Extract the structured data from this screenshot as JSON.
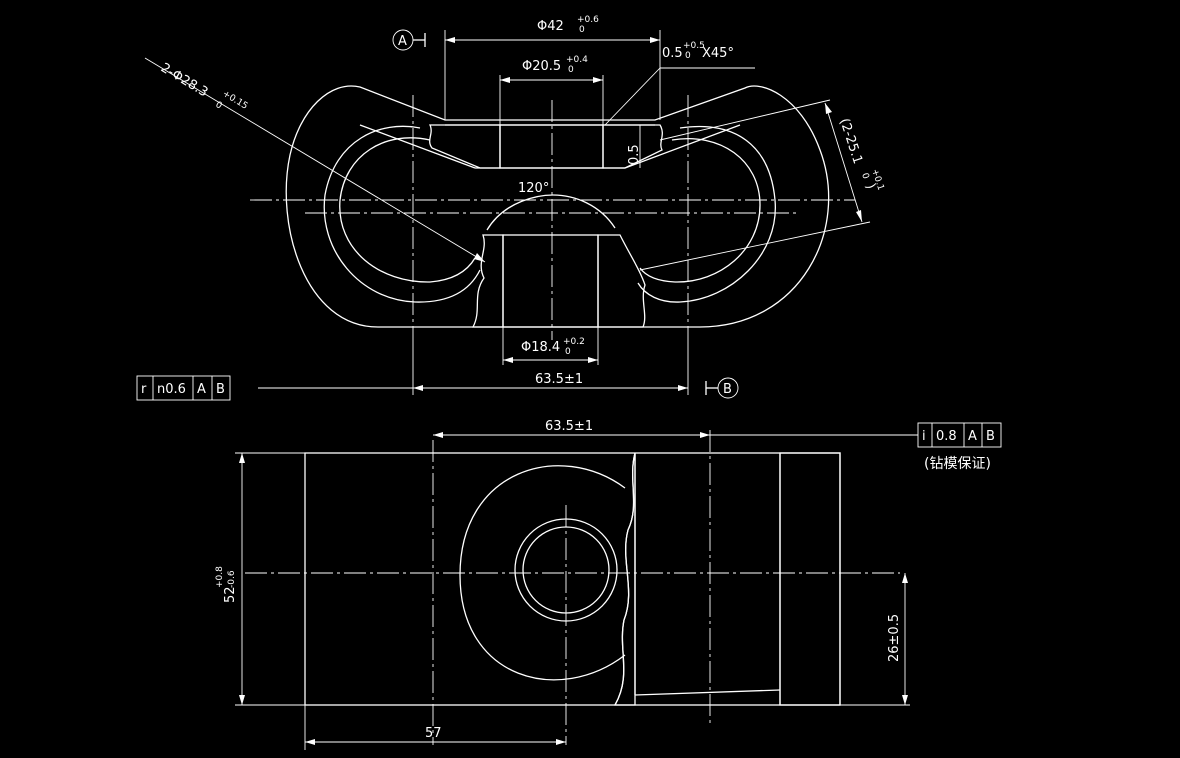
{
  "dimensions": {
    "d42": {
      "main": "Φ42",
      "upper": "+0.6",
      "lower": "0"
    },
    "d205": {
      "main": "Φ20.5",
      "upper": "+0.4",
      "lower": "0"
    },
    "chamfer": {
      "main": "0.5",
      "upper": "+0.5",
      "lower": "0",
      "suffix": "X45°"
    },
    "d283": {
      "main": "2-Φ28.3",
      "upper": "+0.15",
      "lower": "0"
    },
    "d251": {
      "main": "(2-25.1",
      "upper": "+0.1",
      "lower": "0",
      "suffix": ")"
    },
    "d184": {
      "main": "Φ18.4",
      "upper": "+0.2",
      "lower": "0"
    },
    "depth": "0.5",
    "angle": "120°",
    "spacing_top": "63.5±1",
    "spacing_bottom": "63.5±1",
    "height52": {
      "main": "52",
      "upper": "+0.8",
      "lower": "-0.6"
    },
    "offset26": "26±0.5",
    "width57": "57"
  },
  "datums": {
    "a": "A",
    "b": "B"
  },
  "tolerance_frames": {
    "top": [
      "r",
      "n0.6",
      "A",
      "B"
    ],
    "bottom": [
      "i",
      "0.8",
      "A",
      "B"
    ]
  },
  "note": "(钻模保证)",
  "colors": {
    "background": "#000000",
    "lines": "#ffffff"
  }
}
